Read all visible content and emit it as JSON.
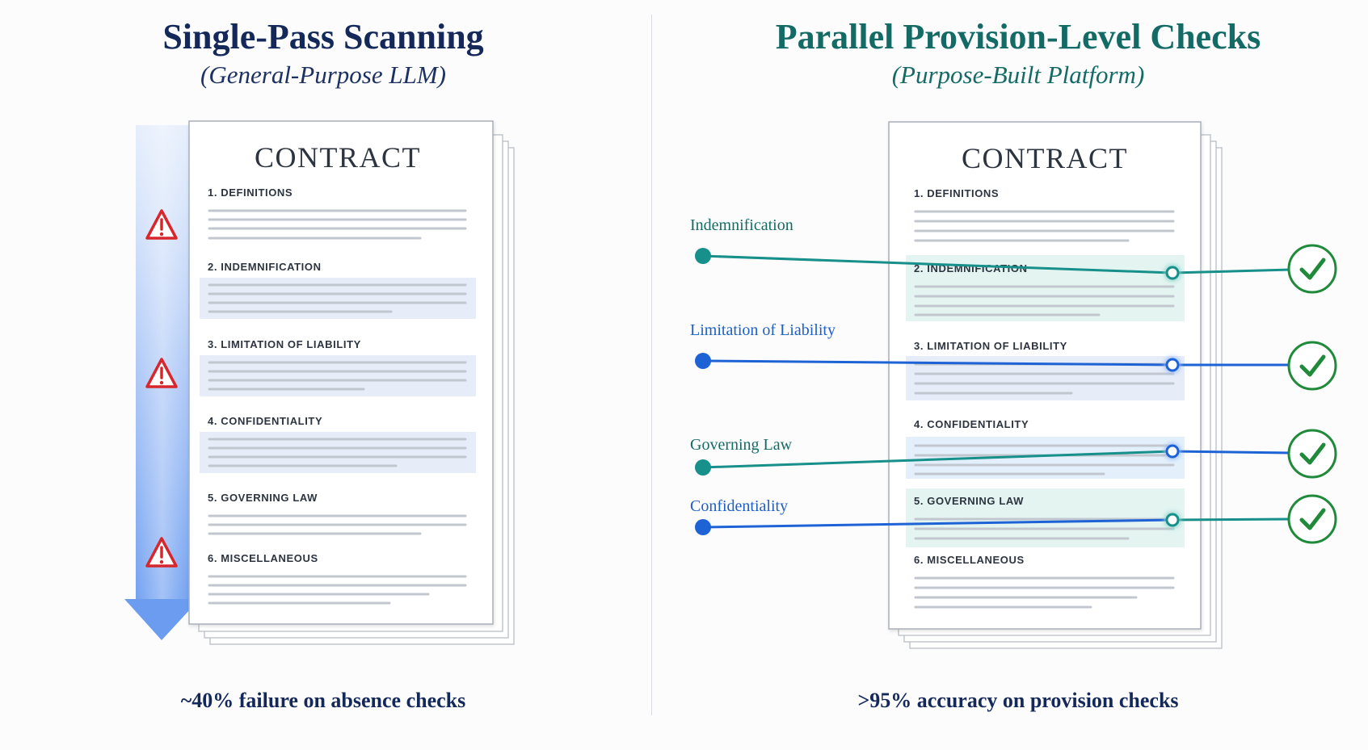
{
  "left": {
    "title": "Single-Pass Scanning",
    "subtitle": "(General-Purpose LLM)",
    "footer": "~40% failure on absence checks"
  },
  "right": {
    "title": "Parallel Provision-Level Checks",
    "subtitle": "(Purpose-Built Platform)",
    "footer": ">95% accuracy on provision checks",
    "labels": [
      "Indemnification",
      "Limitation of Liability",
      "Governing Law",
      "Confidentiality"
    ]
  },
  "document": {
    "heading": "CONTRACT",
    "sections": [
      "1. DEFINITIONS",
      "2. INDEMNIFICATION",
      "3. LIMITATION OF LIABILITY",
      "4. CONFIDENTIALITY",
      "5. GOVERNING LAW",
      "6. MISCELLANEOUS"
    ]
  },
  "icons": {
    "warning": "warning-triangle-icon",
    "check": "check-circle-icon",
    "scan_arrow": "down-arrow-icon"
  },
  "colors": {
    "navy": "#14295a",
    "teal": "#178f8a",
    "blue": "#1e63d6",
    "warning_red": "#d8262d",
    "check_green": "#1f8a3a",
    "highlight_blue": "#e6edf9",
    "highlight_teal": "#e3f4f1"
  }
}
